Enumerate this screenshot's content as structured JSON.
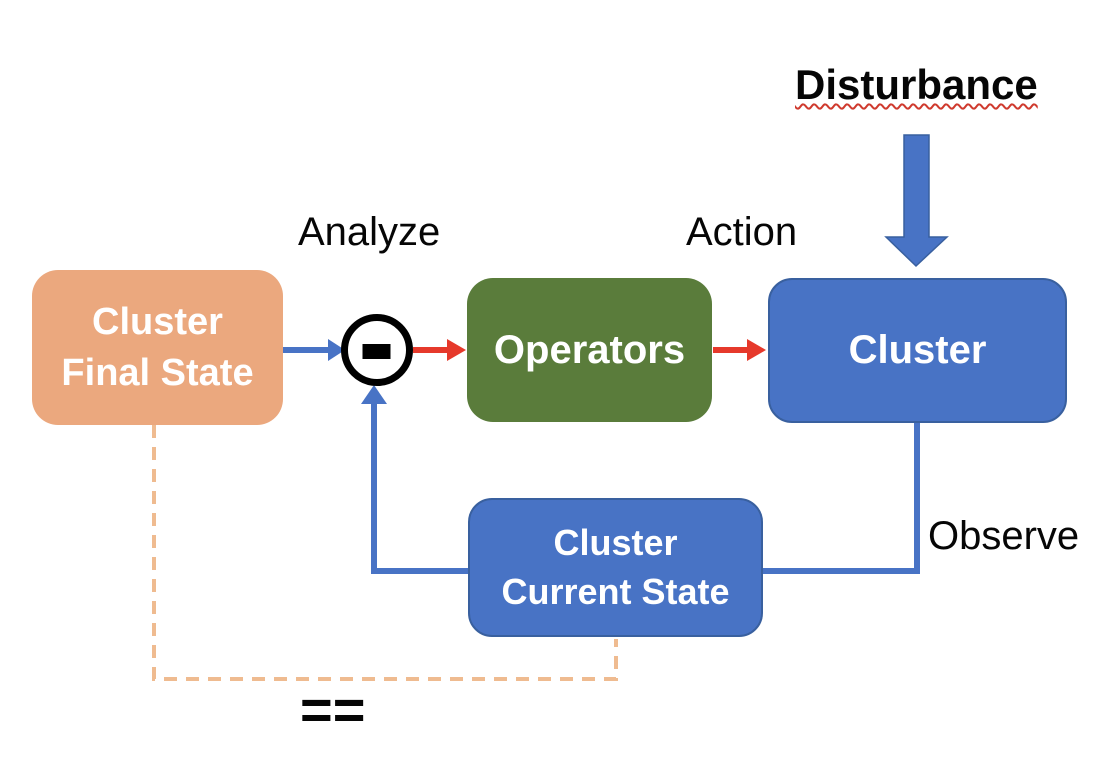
{
  "diagram": {
    "type": "control-loop-feedback-diagram",
    "labels": {
      "disturbance": "Disturbance",
      "analyze": "Analyze",
      "action": "Action",
      "observe": "Observe",
      "equals": "=="
    },
    "nodes": {
      "final_state": {
        "lines": [
          "Cluster",
          "Final State"
        ],
        "fill": "#EBA87E",
        "text_color": "#FFFFFF"
      },
      "comparator": {
        "symbol": "minus",
        "shape": "circle",
        "fill": "#FFFFFF",
        "stroke": "#000000"
      },
      "operators": {
        "label": "Operators",
        "fill": "#5A7C3B",
        "text_color": "#FFFFFF"
      },
      "cluster": {
        "label": "Cluster",
        "fill": "#4873C5",
        "text_color": "#FFFFFF"
      },
      "current_state": {
        "lines": [
          "Cluster",
          "Current State"
        ],
        "fill": "#4873C5",
        "text_color": "#FFFFFF"
      }
    },
    "edges": [
      {
        "from": "final_state",
        "to": "comparator",
        "color": "blue",
        "style": "solid-arrow"
      },
      {
        "from": "comparator",
        "to": "operators",
        "label": "Analyze",
        "color": "red",
        "style": "solid-arrow"
      },
      {
        "from": "operators",
        "to": "cluster",
        "label": "Action",
        "color": "red",
        "style": "solid-arrow"
      },
      {
        "from": "disturbance",
        "to": "cluster",
        "color": "blue",
        "style": "block-arrow"
      },
      {
        "from": "cluster",
        "to": "current_state",
        "label": "Observe",
        "color": "blue",
        "style": "elbow-line"
      },
      {
        "from": "current_state",
        "to": "comparator",
        "color": "blue",
        "style": "elbow-arrow"
      },
      {
        "from": "final_state",
        "to": "current_state",
        "label": "==",
        "color": "peach",
        "style": "dashed-elbow"
      }
    ]
  },
  "colors": {
    "blue": "#4873C5",
    "blue-border": "#39609F",
    "green": "#5A7C3B",
    "peach": "#EBA87E",
    "peach-dash": "#EFBB90",
    "red": "#E6392B",
    "ink": "#000000",
    "underline": "#CF3A2E",
    "bg": "#FFFFFF"
  }
}
